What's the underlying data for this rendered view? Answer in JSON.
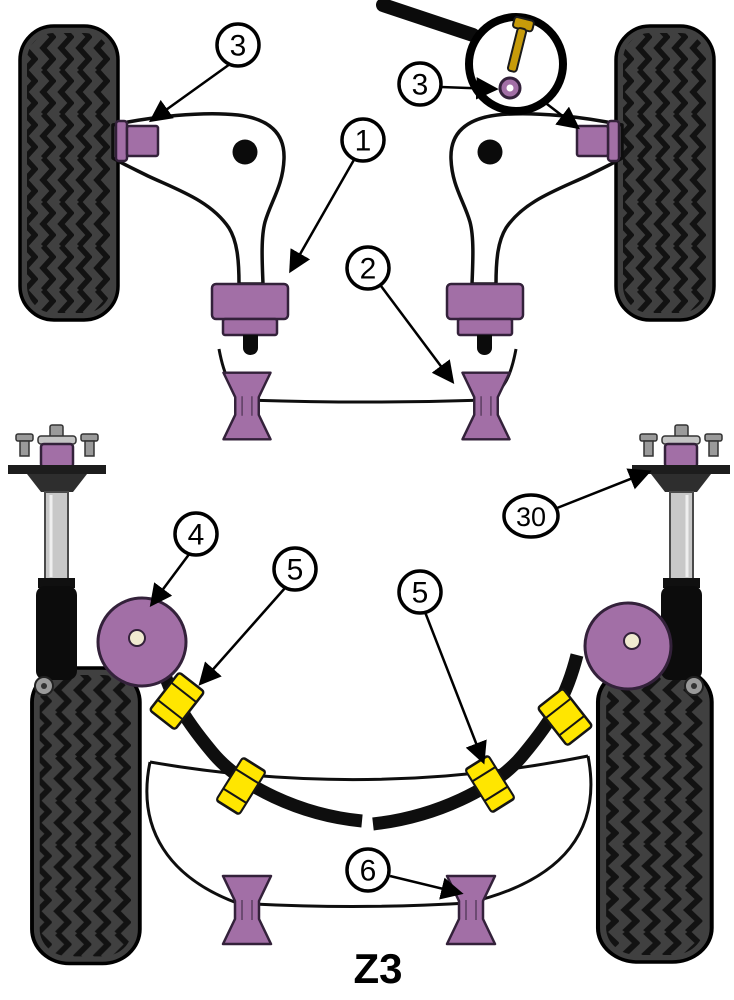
{
  "model_label": "Z3",
  "callouts": {
    "c1": "1",
    "c2": "2",
    "c3_left": "3",
    "c3_right": "3",
    "c4": "4",
    "c5_left": "5",
    "c5_right": "5",
    "c6": "6",
    "c30": "30"
  },
  "colors": {
    "bushing-purple": "#A26FA6",
    "bushing-purple-dark": "#33213A",
    "bushing-yellow": "#FFE600",
    "pin-gold": "#C79B0A",
    "outline-black": "#0E0E0E"
  }
}
